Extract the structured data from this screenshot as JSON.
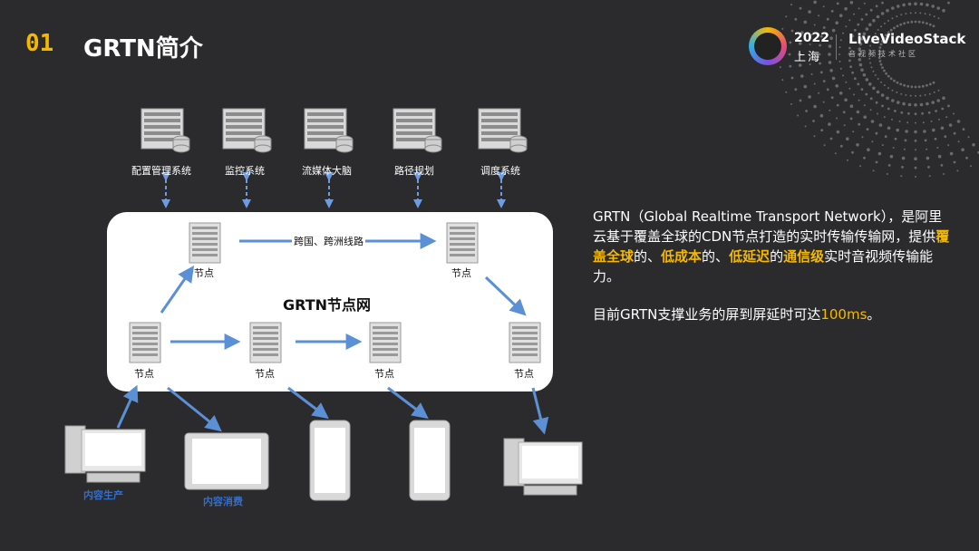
{
  "header": {
    "slide_number": "01",
    "title": "GRTN简介"
  },
  "logo": {
    "year": "2022",
    "city": "上海",
    "brand": "LiveVideoStack",
    "subtitle": "音视频技术社区"
  },
  "systems": [
    {
      "label": "配置管理系统"
    },
    {
      "label": "监控系统"
    },
    {
      "label": "流媒体大脑"
    },
    {
      "label": "路径规划"
    },
    {
      "label": "调度系统"
    }
  ],
  "network": {
    "title": "GRTN节点网",
    "route_label": "跨国、跨洲线路",
    "node_label": "节点"
  },
  "devices": {
    "producer_label": "内容生产",
    "consumer_label": "内容消费"
  },
  "description": {
    "p1_a": "GRTN（Global Realtime Transport Network），是阿里云基于",
    "p1_hl1": "覆盖全球",
    "p1_b": "的CDN节点打造的实时传输传输网，提供",
    "p1_hl2": "覆盖全球",
    "p1_c": "的、",
    "p1_hl3": "低成本",
    "p1_d": "的、",
    "p1_hl4": "低延迟",
    "p1_e": "的",
    "p1_hl5": "通信级",
    "p1_f": "实时音视频传输能力。",
    "p2_a": "目前GRTN支撑业务的屏到屏延时可达",
    "p2_hl": "100ms",
    "p2_b": "。"
  },
  "colors": {
    "accent": "#f5b800",
    "arrow": "#5b8fd6",
    "background": "#2b2b2d"
  }
}
